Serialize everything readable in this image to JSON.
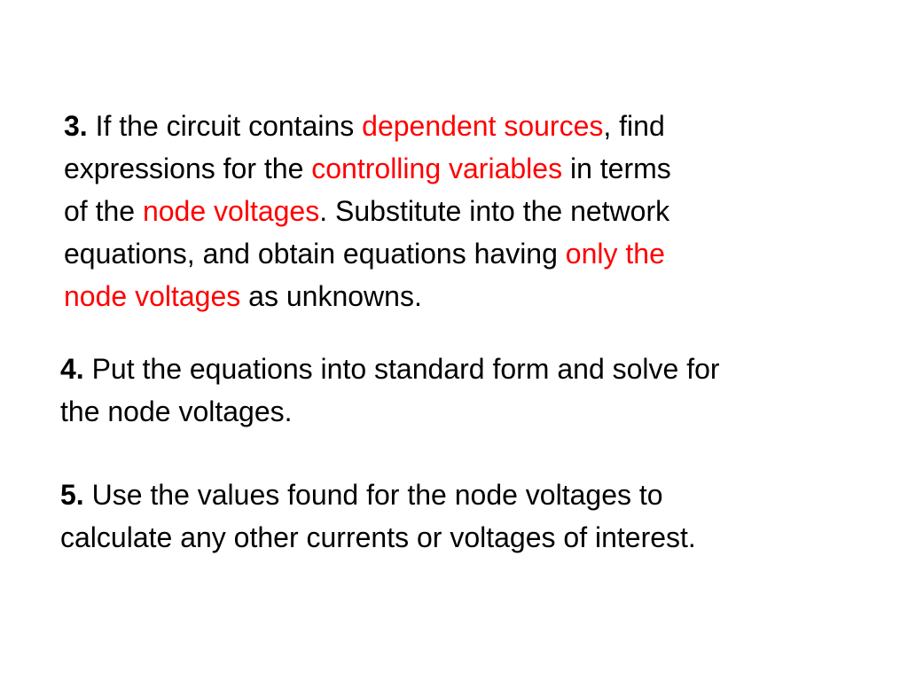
{
  "step3": {
    "number": "3.",
    "lines": [
      [
        {
          "text": " If the circuit contains ",
          "highlight": false
        },
        {
          "text": "dependent sources",
          "highlight": true
        },
        {
          "text": ", find",
          "highlight": false
        }
      ],
      [
        {
          "text": "expressions for the ",
          "highlight": false
        },
        {
          "text": "controlling variables",
          "highlight": true
        },
        {
          "text": " in terms",
          "highlight": false
        }
      ],
      [
        {
          "text": "of the ",
          "highlight": false
        },
        {
          "text": "node voltages",
          "highlight": true
        },
        {
          "text": ". Substitute into the network",
          "highlight": false
        }
      ],
      [
        {
          "text": "equations, and obtain equations having ",
          "highlight": false
        },
        {
          "text": "only the",
          "highlight": true
        }
      ],
      [
        {
          "text": "node voltages",
          "highlight": true
        },
        {
          "text": " as unknowns.",
          "highlight": false
        }
      ]
    ]
  },
  "step4": {
    "number": "4.",
    "lines": [
      [
        {
          "text": " Put the equations into standard form and solve for",
          "highlight": false
        }
      ],
      [
        {
          "text": "the node voltages.",
          "highlight": false
        }
      ]
    ]
  },
  "step5": {
    "number": "5.",
    "lines": [
      [
        {
          "text": " Use the values found for the node  voltages to",
          "highlight": false
        }
      ],
      [
        {
          "text": "calculate any other currents or voltages of interest.",
          "highlight": false
        }
      ]
    ]
  },
  "colors": {
    "highlight": "#ff0000",
    "text": "#000000",
    "background": "#ffffff"
  }
}
